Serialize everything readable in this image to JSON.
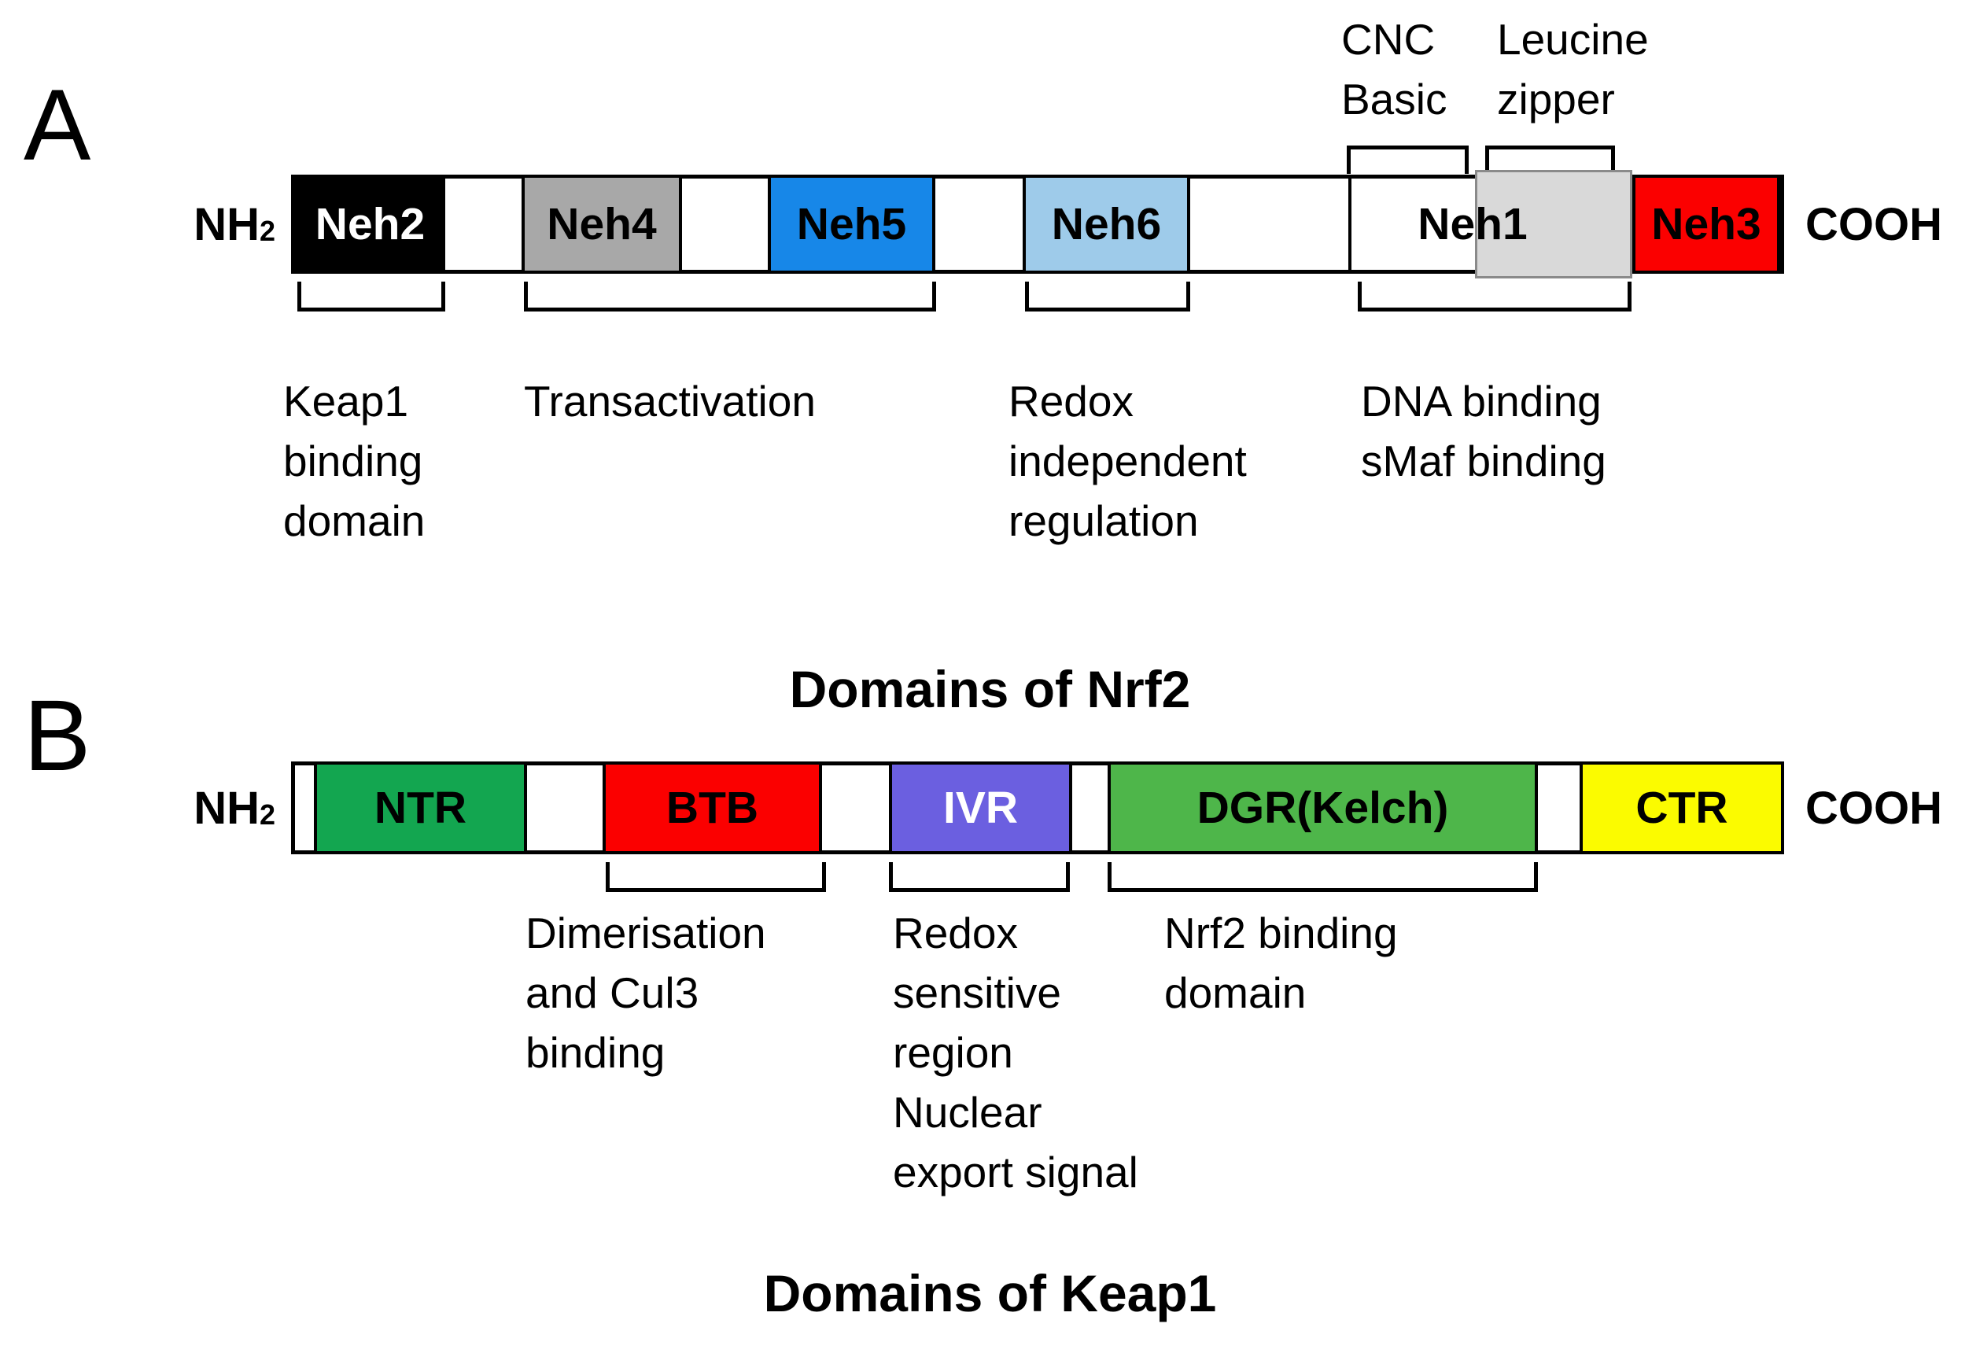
{
  "panel_a": {
    "panel_label": "A",
    "nh_label": "NH",
    "nh_sub": "2",
    "cooh_label": "COOH",
    "title": "Domains of Nrf2",
    "segments": [
      {
        "label": "Neh2",
        "bg": "#000000",
        "fg": "#ffffff"
      },
      {
        "label": "Neh4",
        "bg": "#a8a8a8",
        "fg": "#000000"
      },
      {
        "label": "Neh5",
        "bg": "#1787e8",
        "fg": "#000000"
      },
      {
        "label": "Neh6",
        "bg": "#9ecbea",
        "fg": "#000000"
      },
      {
        "label": "Neh3",
        "bg": "#fb0000",
        "fg": "#000000"
      }
    ],
    "neh1": {
      "label": "Neh1",
      "basic_region_bg": "#ffffff",
      "zipper_region_bg": "#d9d9d9"
    },
    "top_annotations": [
      {
        "line1": "CNC",
        "line2": "Basic"
      },
      {
        "line1": "Leucine",
        "line2": "zipper"
      }
    ],
    "bottom_annotations": [
      {
        "lines": [
          "Keap1",
          "binding",
          "domain"
        ]
      },
      {
        "lines": [
          "Transactivation"
        ]
      },
      {
        "lines": [
          "Redox",
          "independent",
          "regulation"
        ]
      },
      {
        "lines": [
          "DNA binding",
          "sMaf binding"
        ]
      }
    ]
  },
  "panel_b": {
    "panel_label": "B",
    "nh_label": "NH",
    "nh_sub": "2",
    "cooh_label": "COOH",
    "title": "Domains of Keap1",
    "segments": [
      {
        "label": "NTR",
        "bg": "#13a650",
        "fg": "#000000"
      },
      {
        "label": "BTB",
        "bg": "#fb0000",
        "fg": "#000000"
      },
      {
        "label": "IVR",
        "bg": "#6b5fe0",
        "fg": "#ffffff"
      },
      {
        "label": "DGR(Kelch)",
        "bg": "#4eb64a",
        "fg": "#000000"
      },
      {
        "label": "CTR",
        "bg": "#fbfb00",
        "fg": "#000000"
      }
    ],
    "bottom_annotations": [
      {
        "lines": [
          "Dimerisation",
          "and Cul3",
          "binding"
        ]
      },
      {
        "lines": [
          "Redox",
          "sensitive",
          "region",
          "Nuclear",
          "export signal"
        ]
      },
      {
        "lines": [
          "Nrf2 binding",
          "domain"
        ]
      }
    ]
  }
}
